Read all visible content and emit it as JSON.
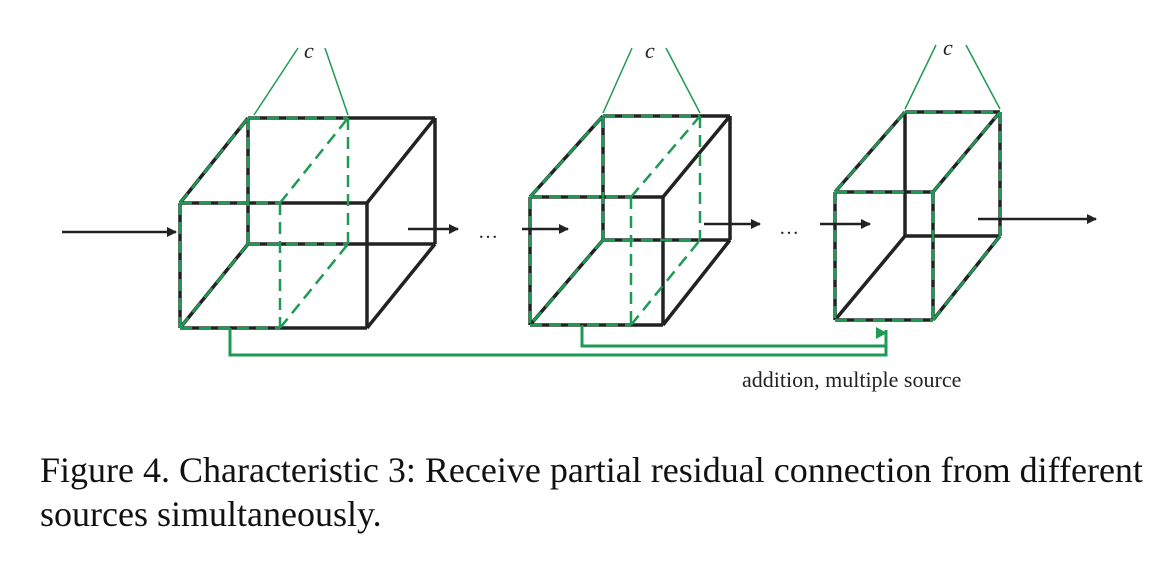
{
  "diagram": {
    "channel_label": "c",
    "ellipsis": "…",
    "connection_label": "addition, multiple source",
    "colors": {
      "edge": "#222222",
      "partial": "#1f9a55"
    }
  },
  "caption": "Figure 4. Characteristic 3: Receive partial residual connection from different sources simultaneously."
}
